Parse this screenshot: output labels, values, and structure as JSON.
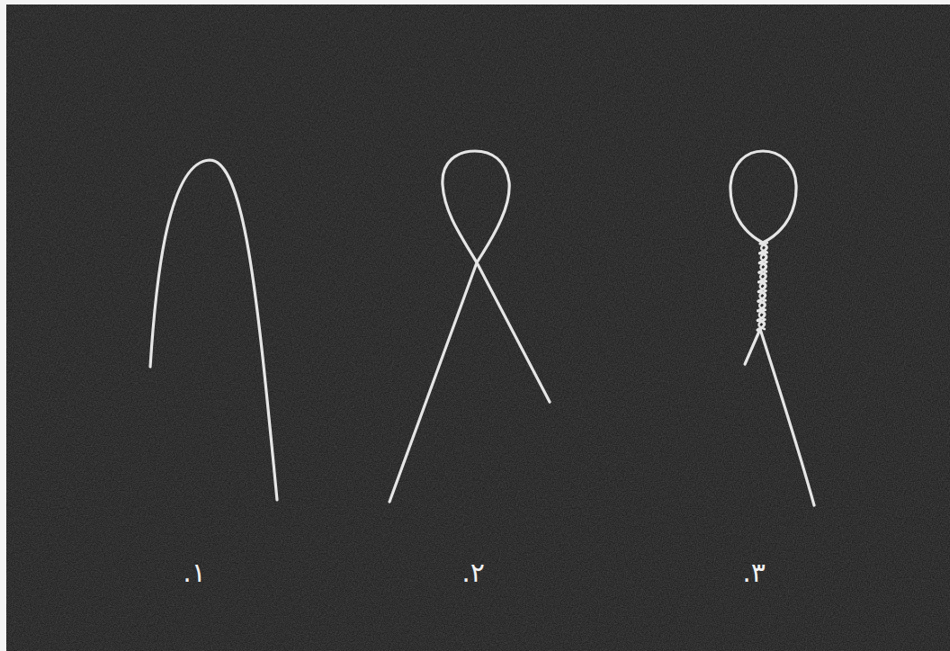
{
  "diagram": {
    "labels": [
      "۱.",
      "۲.",
      "۳."
    ]
  }
}
